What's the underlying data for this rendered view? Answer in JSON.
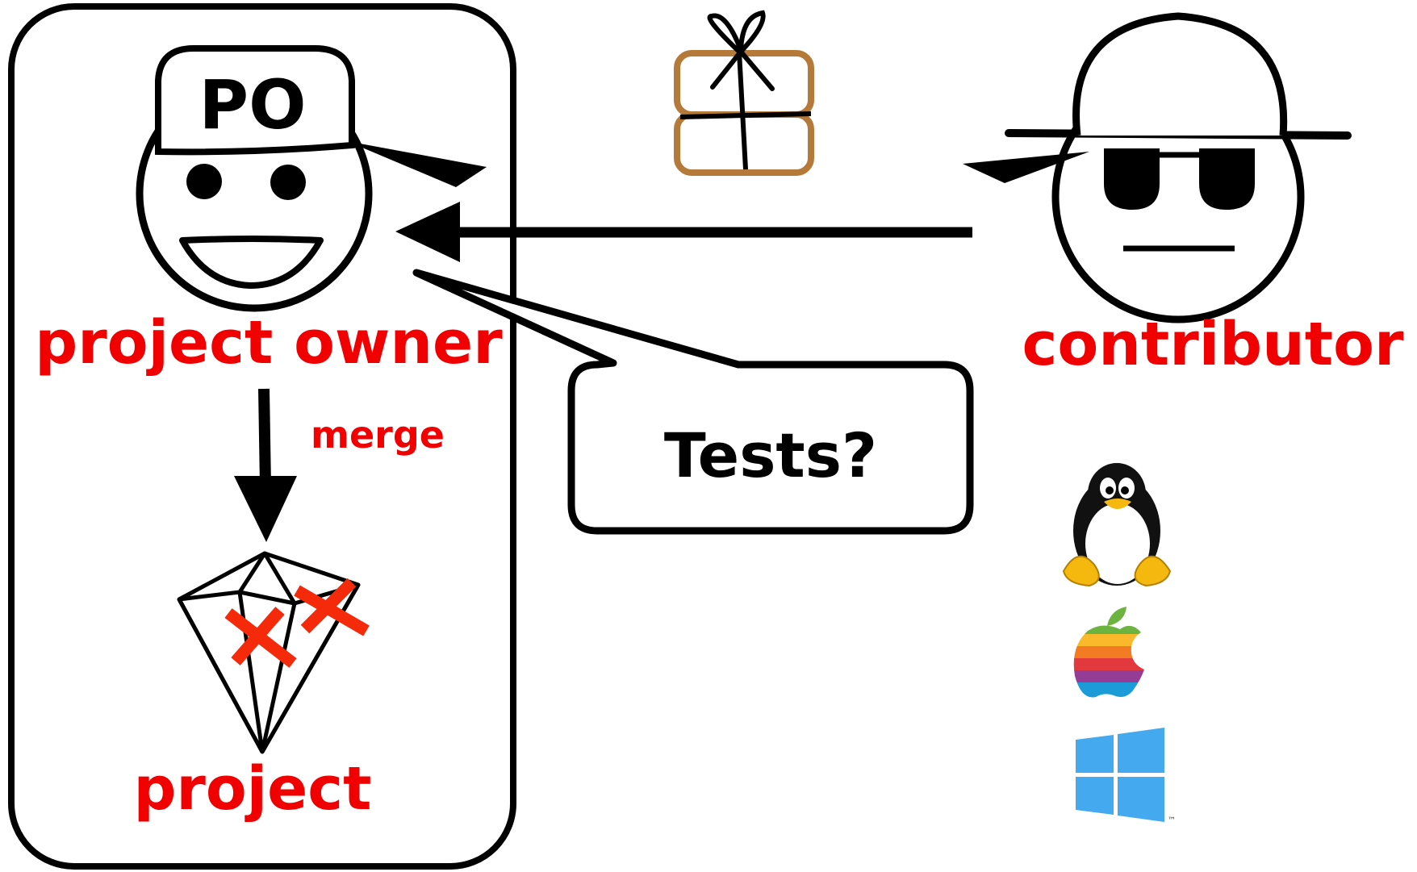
{
  "labels": {
    "cap_text": "PO",
    "project_owner": "project owner",
    "contributor": "contributor",
    "merge": "merge",
    "project": "project",
    "speech": "Tests?",
    "tm": "™"
  },
  "icons": {
    "owner": "smiling-face-with-cap-icon",
    "contributor": "face-with-hat-and-sunglasses-icon",
    "gift": "gift-package-icon",
    "gem": "diamond-icon",
    "defects": "red-x-icon",
    "linux": "tux-penguin-icon",
    "apple": "rainbow-apple-icon",
    "windows": "windows-logo-icon"
  },
  "colors": {
    "stroke": "#000000",
    "label_red": "#f00000",
    "gift": "#b5793a",
    "defect_red": "#f52a0a",
    "windows_blue": "#45a9ef",
    "apple_stripes": [
      "#6cb43f",
      "#f9b92a",
      "#f27b24",
      "#e1393d",
      "#953d96",
      "#1b9cd9"
    ]
  }
}
